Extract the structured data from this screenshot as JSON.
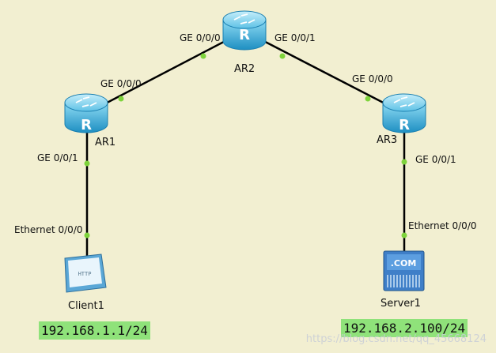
{
  "devices": {
    "ar1": {
      "name": "AR1",
      "glyph": "R"
    },
    "ar2": {
      "name": "AR2",
      "glyph": "R"
    },
    "ar3": {
      "name": "AR3",
      "glyph": "R"
    },
    "client1": {
      "name": "Client1",
      "screen_text": "HTTP"
    },
    "server1": {
      "name": "Server1",
      "screen_text": ".COM"
    }
  },
  "ports": {
    "ar2_left": "GE 0/0/0",
    "ar2_right": "GE 0/0/1",
    "ar1_top": "GE 0/0/0",
    "ar1_bottom": "GE 0/0/1",
    "ar3_top": "GE 0/0/0",
    "ar3_bottom": "GE 0/0/1",
    "client1": "Ethernet 0/0/0",
    "server1": "Ethernet 0/0/0"
  },
  "ips": {
    "client1": "192.168.1.1/24",
    "server1": "192.168.2.100/24"
  },
  "watermark": "https://blog.csdn.net/qq_45668124",
  "colors": {
    "background": "#f2efd1",
    "link": "#000000",
    "port_dot": "#7ed33c",
    "router": "#3aa8d4",
    "ip_highlight": "#8fe27a"
  }
}
